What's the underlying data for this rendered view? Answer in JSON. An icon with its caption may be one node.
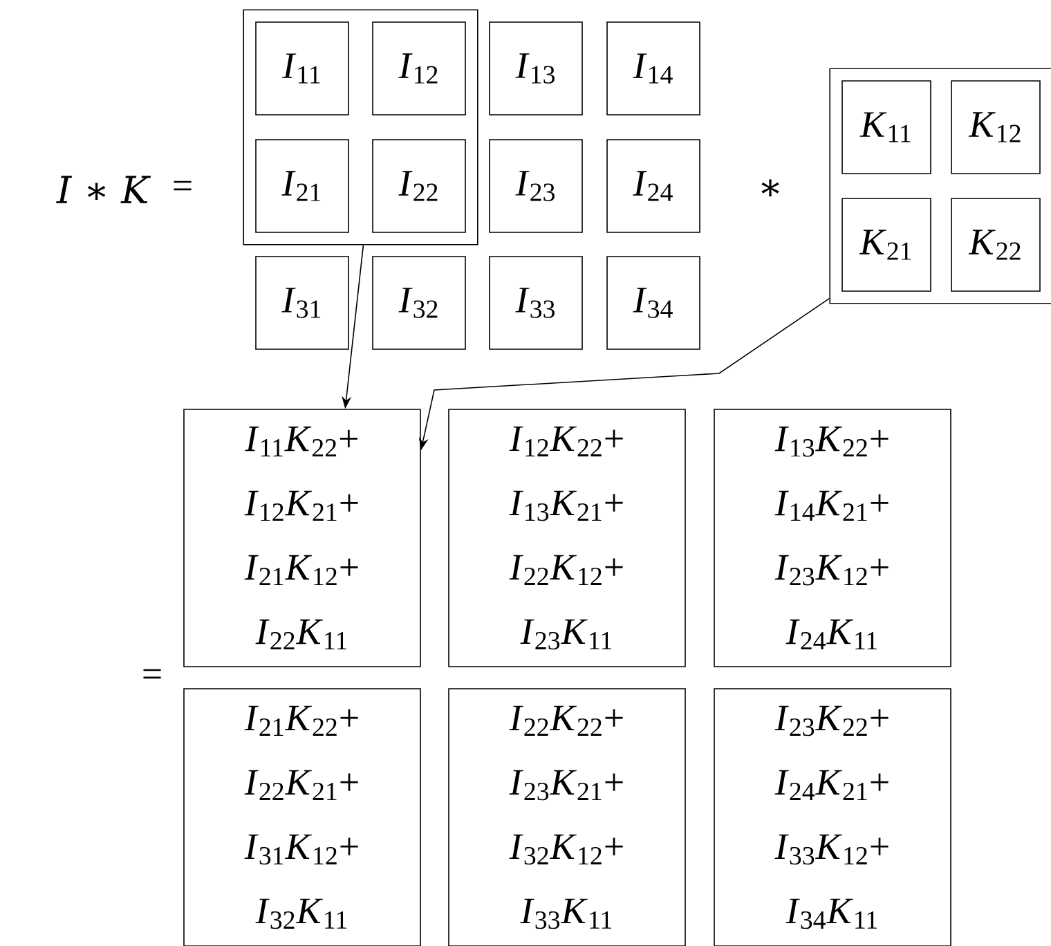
{
  "diagram": {
    "nodes": [
      {
        "text": [],
        "shape": "box"
      },
      {
        "text": [
          "*I*$_{11}$"
        ],
        "in": 0
      },
      {
        "text": [
          "*I*$_{12}$"
        ],
        "in": 0
      },
      {
        "text": [
          "*I*$_{21}$"
        ],
        "in": 0
      },
      {
        "text": [
          "*I*$_{22}$"
        ],
        "in": 0
      },
      {
        "text": [
          "*I*$_{13}$"
        ]
      },
      {
        "text": [
          "*I*$_{14}$"
        ]
      },
      {
        "text": [
          "*I*$_{23}$"
        ]
      },
      {
        "text": [
          "*I*$_{24}$"
        ]
      },
      {
        "text": [
          "*I*$_{31}$"
        ]
      },
      {
        "text": [
          "*I*$_{32}$"
        ]
      },
      {
        "text": [
          "*I*$_{33}$"
        ]
      },
      {
        "text": [
          "*I*$_{34}$"
        ]
      },
      {
        "text": [],
        "shape": "box"
      },
      {
        "text": [
          "*K*$_{11}$"
        ],
        "in": 13
      },
      {
        "text": [
          "*K*$_{12}$"
        ],
        "in": 13
      },
      {
        "text": [
          "*K*$_{21}$"
        ],
        "in": 13
      },
      {
        "text": [
          "*K*$_{22}$"
        ],
        "in": 13
      },
      {
        "text": [
          "*I*$_{11}$*K*$_{22}$+ *I*$_{12}$*K*$_{21}$+ *I*$_{21}$*K*$_{12}$+ *I*$_{22}$*K*$_{11}$"
        ]
      },
      {
        "text": [
          "*I*$_{12}$*K*$_{22}$+ *I*$_{13}$*K*$_{21}$+ *I*$_{22}$*K*$_{12}$+ *I*$_{23}$*K*$_{11}$"
        ]
      },
      {
        "text": [
          "*I*$_{13}$*K*$_{22}$+ *I*$_{14}$*K*$_{21}$+ *I*$_{23}$*K*$_{12}$+ *I*$_{24}$*K*$_{11}$"
        ]
      },
      {
        "text": [
          "*I*$_{21}$*K*$_{22}$+ *I*$_{22}$*K*$_{21}$+ *I*$_{31}$*K*$_{12}$+ *I*$_{32}$*K*$_{11}$"
        ]
      },
      {
        "text": [
          "*I*$_{22}$*K*$_{22}$+ *I*$_{23}$*K*$_{21}$+ *I*$_{32}$*K*$_{12}$+ *I*$_{33}$*K*$_{11}$"
        ]
      },
      {
        "text": [
          "*I*$_{23}$*K*$_{22}$+ *I*$_{24}$*K*$_{21}$+ *I*$_{33}$*K*$_{12}$+ *I*$_{34}$*K*$_{11}$"
        ]
      }
    ],
    "edges": [
      {
        "from": 0,
        "to": 18,
        "arrow": "to"
      },
      {
        "from": 13,
        "to": 18,
        "arrow": "to"
      }
    ],
    "labels": [
      "*I* ∗ *K*",
      "=",
      "∗",
      "="
    ]
  }
}
